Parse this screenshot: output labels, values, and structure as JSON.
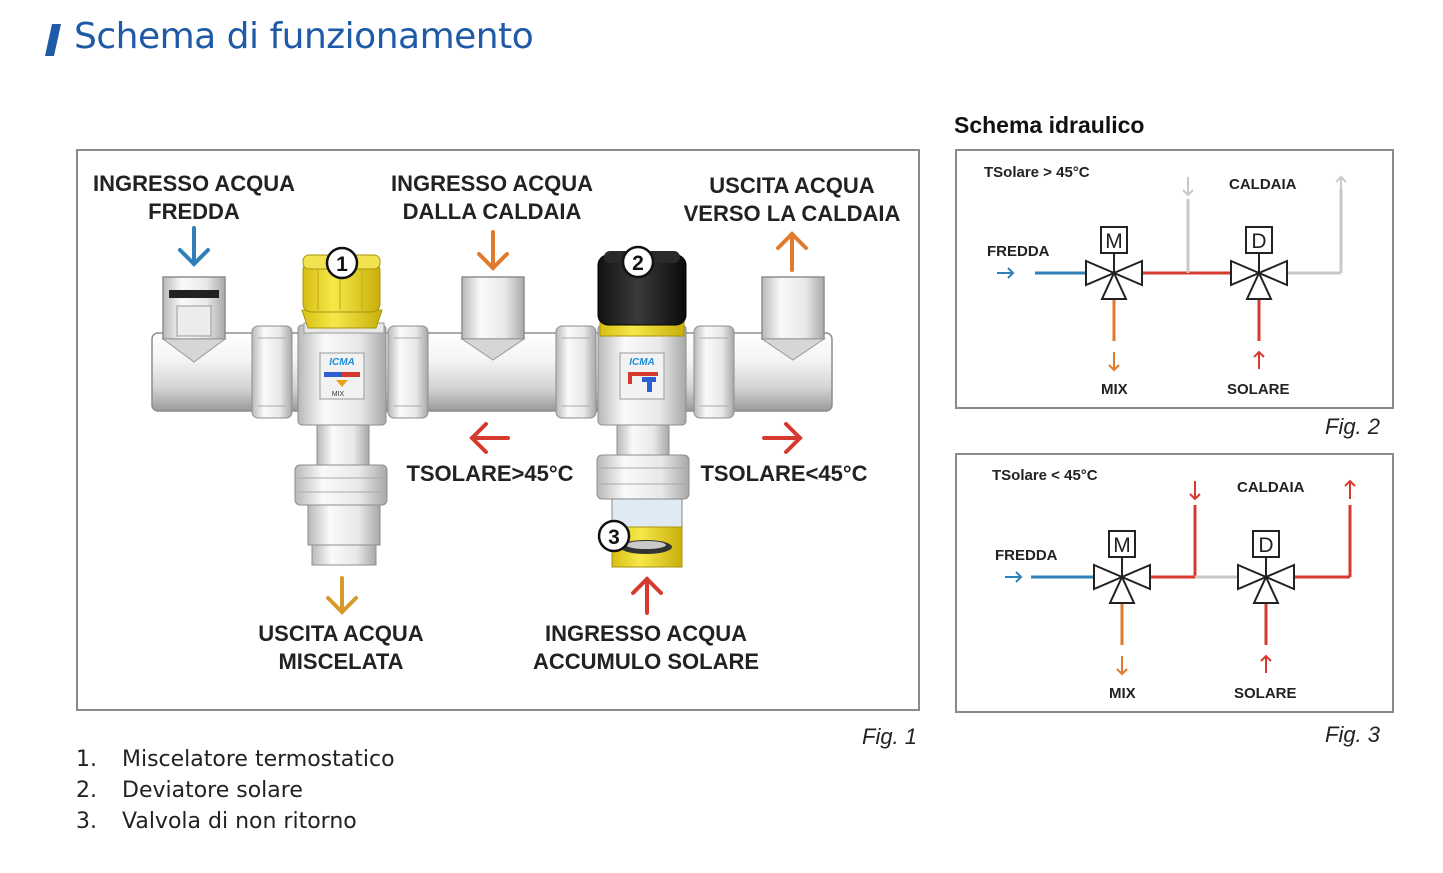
{
  "header": {
    "title": "Schema di funzionamento",
    "accent_color": "#1f5aa6"
  },
  "figure1": {
    "labels": {
      "cold_inlet_line1": "INGRESSO ACQUA",
      "cold_inlet_line2": "FREDDA",
      "boiler_inlet_line1": "INGRESSO ACQUA",
      "boiler_inlet_line2": "DALLA CALDAIA",
      "boiler_outlet_line1": "USCITA ACQUA",
      "boiler_outlet_line2": "VERSO LA CALDAIA",
      "tsolare_gt": "TSOLARE>45°C",
      "tsolare_lt": "TSOLARE<45°C",
      "mixed_outlet_line1": "USCITA ACQUA",
      "mixed_outlet_line2": "MISCELATA",
      "solar_inlet_line1": "INGRESSO ACQUA",
      "solar_inlet_line2": "ACCUMULO SOLARE"
    },
    "markers": [
      "1",
      "2",
      "3"
    ],
    "badge_brand": "ICMA",
    "badge_mix": "MIX",
    "caption": "Fig. 1"
  },
  "legend": [
    {
      "num": "1.",
      "text": "Miscelatore termostatico"
    },
    {
      "num": "2.",
      "text": "Deviatore solare"
    },
    {
      "num": "3.",
      "text": "Valvola di non ritorno"
    }
  ],
  "schema": {
    "heading": "Schema idraulico",
    "fig2": {
      "condition": "TSolare > 45°C",
      "fredda": "FREDDA",
      "caldaia": "CALDAIA",
      "mix": "MIX",
      "solare": "SOLARE",
      "m": "M",
      "d": "D",
      "caption": "Fig. 2"
    },
    "fig3": {
      "condition": "TSolare < 45°C",
      "fredda": "FREDDA",
      "caldaia": "CALDAIA",
      "mix": "MIX",
      "solare": "SOLARE",
      "m": "M",
      "d": "D",
      "caption": "Fig. 3"
    }
  },
  "colors": {
    "cold": "#2f7fb8",
    "warm": "#e07a2c",
    "hot": "#d63a2f",
    "mixed": "#d69a2a",
    "idle": "#c8c8c8",
    "yellow": "#f3dd2a"
  }
}
